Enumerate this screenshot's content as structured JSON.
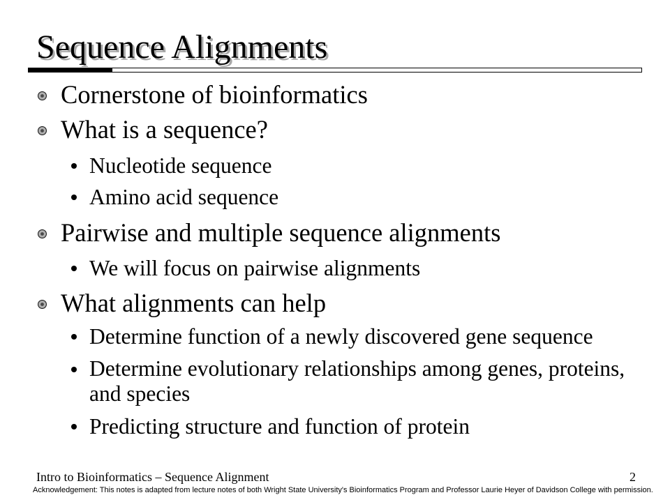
{
  "slide": {
    "title": "Sequence Alignments",
    "bullets": [
      {
        "text": "Cornerstone of bioinformatics"
      },
      {
        "text": "What is a sequence?",
        "sub": [
          "Nucleotide sequence",
          "Amino acid sequence"
        ]
      },
      {
        "text": "Pairwise and multiple sequence alignments",
        "sub": [
          "We will focus on pairwise alignments"
        ]
      },
      {
        "text": "What alignments can help",
        "sub": [
          "Determine function of a newly discovered gene sequence",
          "Determine evolutionary relationships among genes, proteins, and species",
          "Predicting structure and function of protein"
        ]
      }
    ]
  },
  "footer": {
    "left": "Intro to Bioinformatics – Sequence Alignment",
    "page_number": "2",
    "acknowledgement": "Acknowledgement: This notes is adapted from lecture notes of both Wright State University's Bioinformatics Program and Professor Laurie Heyer of Davidson College with permission."
  }
}
